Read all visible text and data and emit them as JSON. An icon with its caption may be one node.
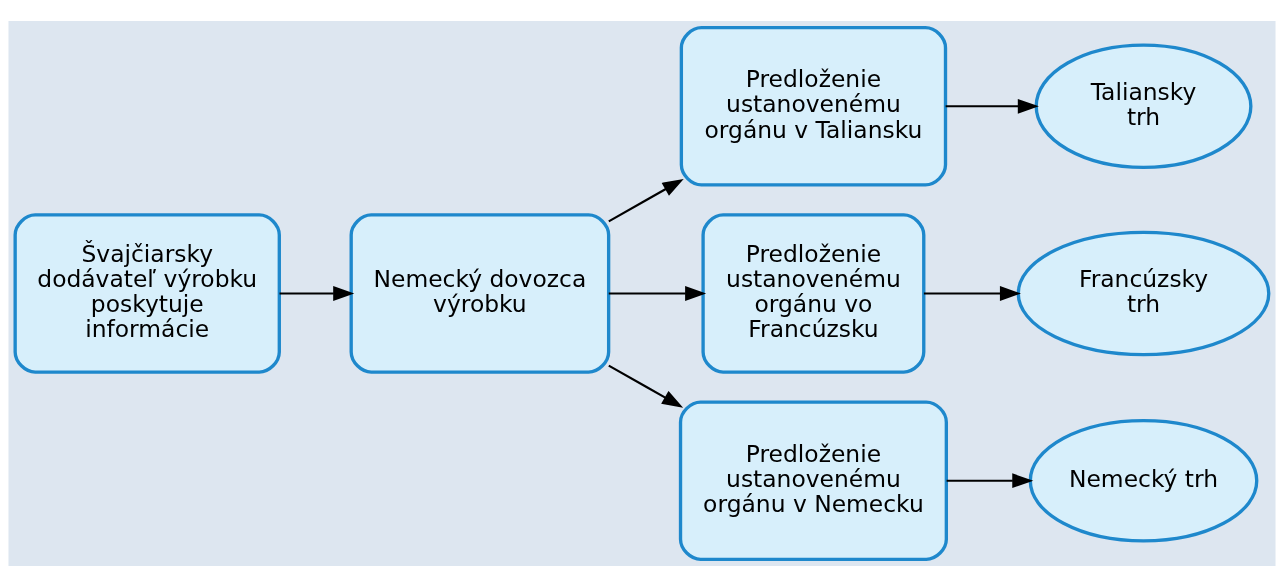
{
  "diagram": {
    "nodes": [
      {
        "text": [
          "Švajčiarsky dodávateľ výrobku poskytuje informácie"
        ]
      },
      {
        "text": [
          "Nemecký dovozca výrobku"
        ]
      },
      {
        "text": [
          "Predloženie ustanovenému orgánu v Taliansku"
        ]
      },
      {
        "text": [
          "Predloženie ustanovenému orgánu vo Francúzsku"
        ]
      },
      {
        "text": [
          "Predloženie ustanovenému orgánu v Nemecku"
        ]
      },
      {
        "text": [
          "Taliansky trh"
        ]
      },
      {
        "text": [
          "Francúzsky trh"
        ]
      },
      {
        "text": [
          "Nemecký trh"
        ]
      }
    ],
    "edges": [
      {
        "from": 0,
        "to": 1,
        "arrow": "to"
      },
      {
        "from": 1,
        "to": 2,
        "arrow": "to"
      },
      {
        "from": 1,
        "to": 3,
        "arrow": "to"
      },
      {
        "from": 1,
        "to": 4,
        "arrow": "to"
      },
      {
        "from": 2,
        "to": 5,
        "arrow": "to"
      },
      {
        "from": 3,
        "to": 6,
        "arrow": "to"
      },
      {
        "from": 4,
        "to": 7,
        "arrow": "to"
      }
    ]
  }
}
